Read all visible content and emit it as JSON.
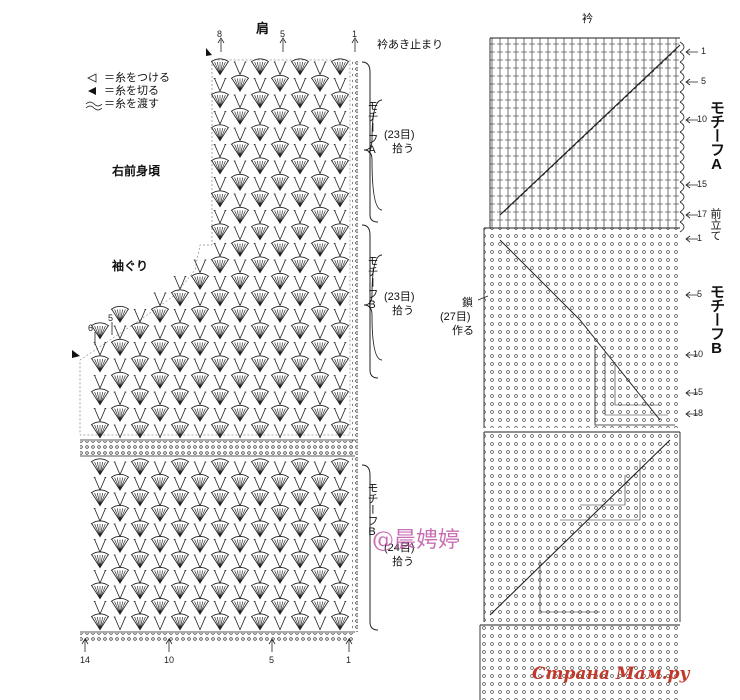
{
  "labels": {
    "shoulder": "肩",
    "collar": "衿",
    "collar_stop": "衿あき止まり",
    "right_front": "右前身頃",
    "armhole": "袖ぐり",
    "front_band": "前立て"
  },
  "legend": [
    {
      "symbol": "◁",
      "text": "＝糸をつける"
    },
    {
      "symbol": "◀",
      "text": "＝糸を切る"
    },
    {
      "symbol": "≈",
      "text": "＝糸を渡す"
    }
  ],
  "left_motifs": [
    {
      "name": "モチーフA",
      "count": "(23目)",
      "action": "拾う"
    },
    {
      "name": "モチーフB",
      "count": "(23目)",
      "action": "拾う"
    },
    {
      "name": "モチーフB",
      "count": "(24目)",
      "action": "拾う"
    }
  ],
  "right_motifs": [
    {
      "name": "モチーフA"
    },
    {
      "name": "モチーフB"
    }
  ],
  "chain_note": {
    "line1": "鎖",
    "line2": "(27目)",
    "line3": "作る"
  },
  "top_numbers": {
    "n8": "8",
    "n5": "5",
    "n1": "1"
  },
  "side_numbers": {
    "n6": "6",
    "n5": "5"
  },
  "bottom_numbers": {
    "n14": "14",
    "n10": "10",
    "n5": "5",
    "n1": "1"
  },
  "right_row_numbers": [
    "1",
    "5",
    "10",
    "15",
    "17",
    "1",
    "5",
    "10",
    "15",
    "18"
  ],
  "watermark": "@晨娉婷",
  "brand": "Страна Мам.ру"
}
